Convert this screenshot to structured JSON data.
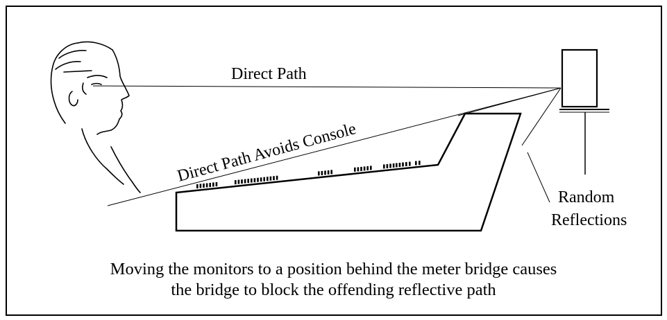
{
  "labels": {
    "direct_path": "Direct Path",
    "direct_path_avoids_console": "Direct Path Avoids Console",
    "random": "Random",
    "reflections": "Reflections"
  },
  "caption": {
    "line1": "Moving the monitors to a position behind the meter bridge causes",
    "line2": "the bridge to block the offending reflective path"
  },
  "colors": {
    "stroke": "#000000",
    "background": "#ffffff"
  }
}
